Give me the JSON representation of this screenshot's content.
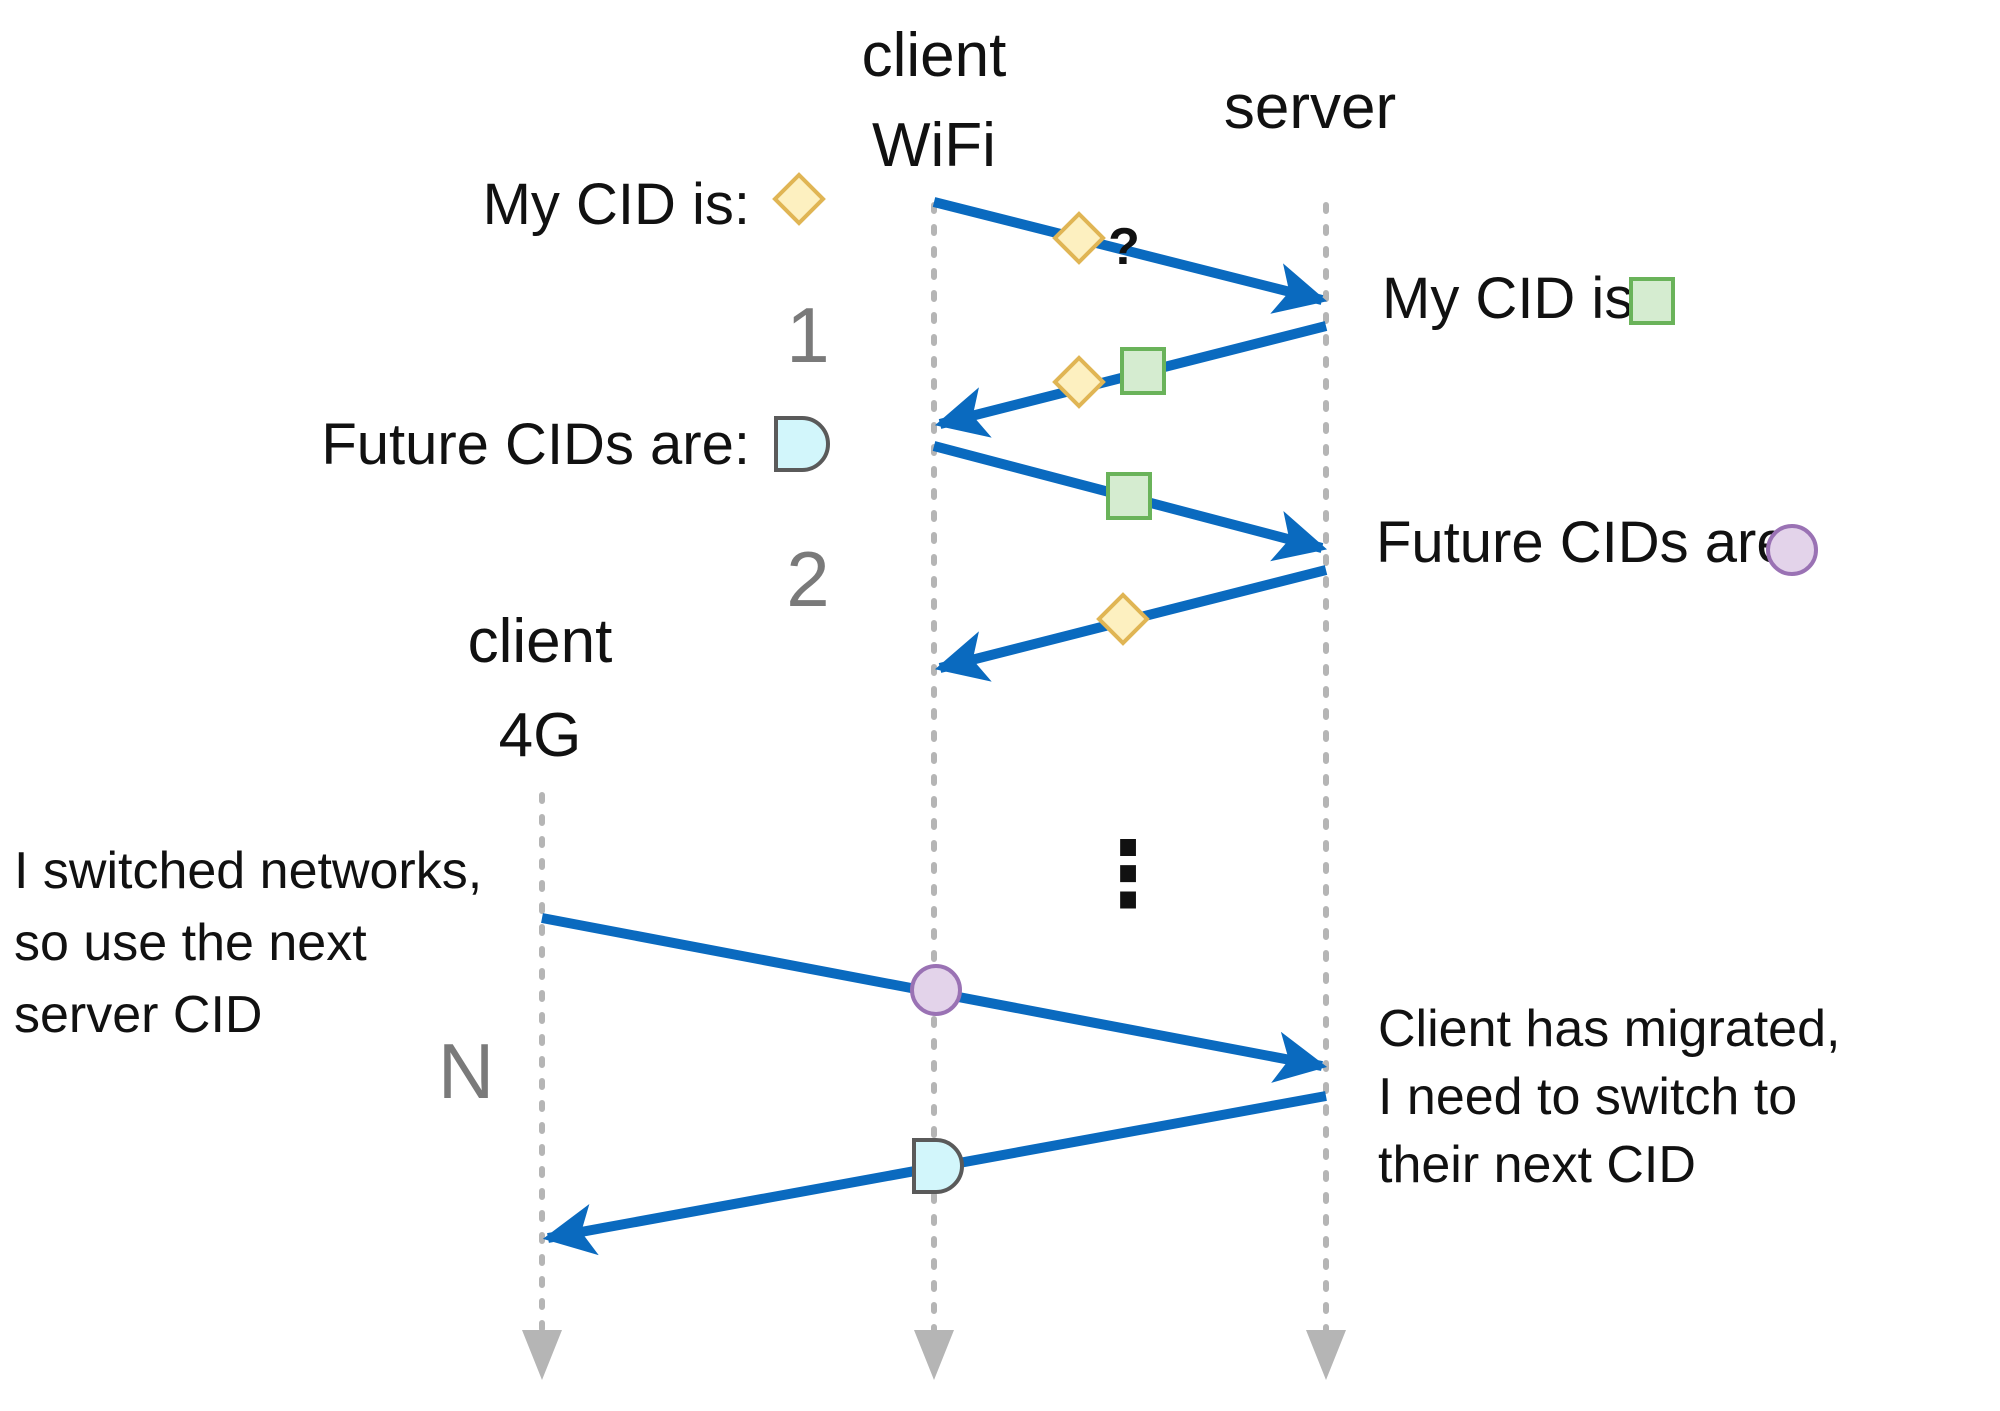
{
  "headers": {
    "client_wifi_line1": "client",
    "client_wifi_line2": "WiFi",
    "server": "server",
    "client_4g_line1": "client",
    "client_4g_line2": "4G"
  },
  "labels": {
    "client_my_cid": "My CID is:",
    "server_my_cid": "My CID is:",
    "client_future_cids": "Future CIDs are:",
    "server_future_cids": "Future CIDs are:",
    "unknown_mark": "?",
    "ellipsis": "⋮"
  },
  "steps": [
    "1",
    "2",
    "N"
  ],
  "notes": {
    "client_switch": [
      "I switched networks,",
      "so use the next",
      "server CID"
    ],
    "server_migrate": [
      "Client has migrated,",
      "I need to switch to",
      "their next CID"
    ]
  },
  "colors": {
    "arrow": "#0a6abf",
    "lifeline": "#b5b5b5",
    "diamond_fill": "#fdf0c0",
    "diamond_stroke": "#e0b554",
    "square_fill": "#d5ecd0",
    "square_stroke": "#6ab35a",
    "circle_fill": "#e3d3ea",
    "circle_stroke": "#9a72b4",
    "dshape_fill": "#d2f6fb",
    "dshape_stroke": "#5a5a5a"
  },
  "icons": [
    "diamond-cid-icon",
    "square-cid-icon",
    "d-shape-cid-icon",
    "circle-cid-icon"
  ]
}
